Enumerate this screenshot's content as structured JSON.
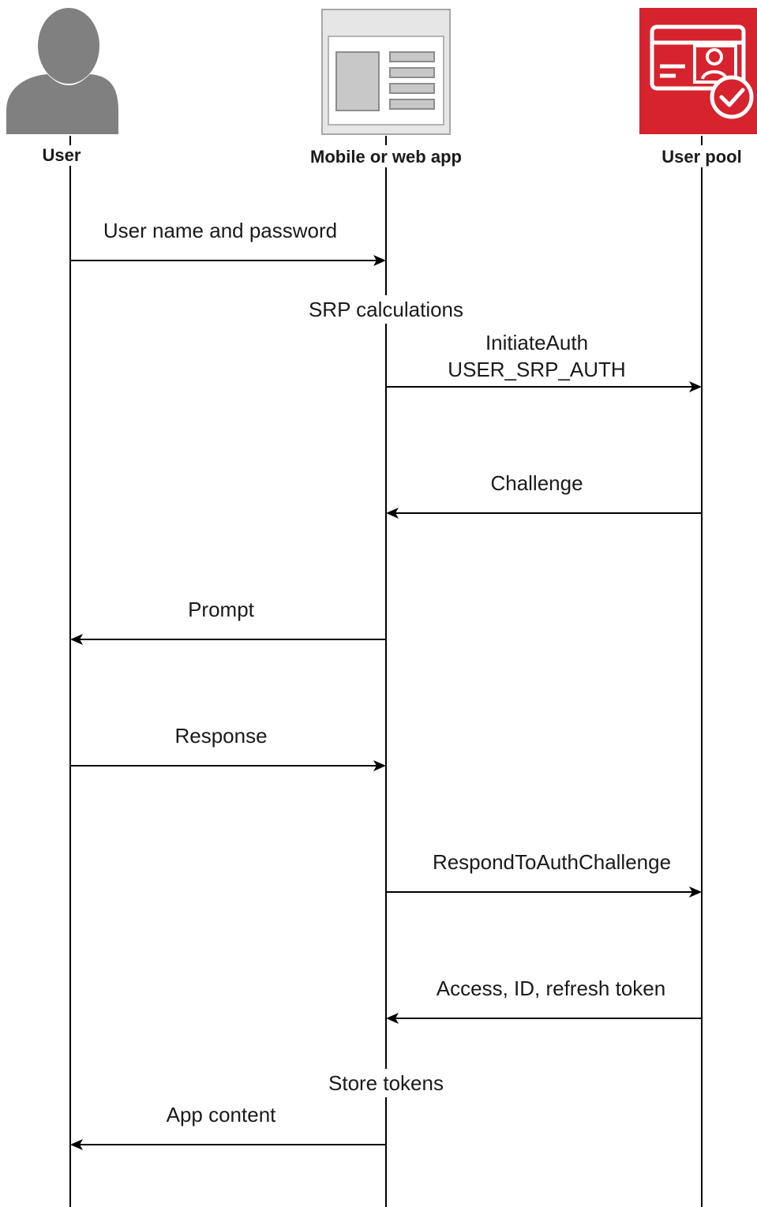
{
  "actors": [
    {
      "id": "user",
      "label": "User",
      "icon": "user-silhouette-icon"
    },
    {
      "id": "app",
      "label": "Mobile or web app",
      "icon": "web-app-icon"
    },
    {
      "id": "pool",
      "label": "User pool",
      "icon": "user-pool-icon"
    }
  ],
  "messages": [
    {
      "from": "user",
      "to": "app",
      "lines": [
        "User name and password"
      ]
    },
    {
      "from": "app",
      "to": "pool",
      "lines": [
        "InitiateAuth",
        "USER_SRP_AUTH"
      ]
    },
    {
      "from": "pool",
      "to": "app",
      "lines": [
        "Challenge"
      ]
    },
    {
      "from": "app",
      "to": "user",
      "lines": [
        "Prompt"
      ]
    },
    {
      "from": "user",
      "to": "app",
      "lines": [
        "Response"
      ]
    },
    {
      "from": "app",
      "to": "pool",
      "lines": [
        "RespondToAuthChallenge"
      ]
    },
    {
      "from": "pool",
      "to": "app",
      "lines": [
        "Access, ID, refresh token"
      ]
    },
    {
      "from": "app",
      "to": "user",
      "lines": [
        "App content"
      ]
    }
  ],
  "notes": [
    {
      "on": "app",
      "text": "SRP calculations"
    },
    {
      "on": "app",
      "text": "Store tokens"
    }
  ],
  "colors": {
    "user_icon": "#808080",
    "app_icon_frame": "#a6a6a6",
    "app_icon_fill": "#e6e6e6",
    "pool_icon_bg": "#d6232e",
    "line": "#000000"
  }
}
